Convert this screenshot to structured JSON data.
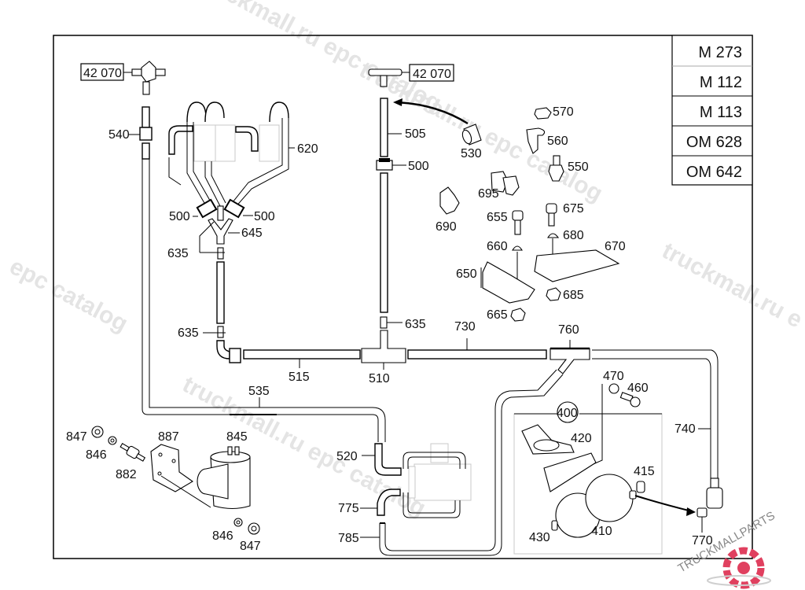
{
  "diagram": {
    "title": "Vacuum line diagram",
    "engine_variants": [
      "M 273",
      "M 112",
      "M 113",
      "OM 628",
      "OM 642"
    ],
    "reference_groups": [
      {
        "id": "ref-top-left",
        "label": "42 070"
      },
      {
        "id": "ref-top-center",
        "label": "42 070"
      }
    ],
    "part_callouts": [
      {
        "id": "c540",
        "label": "540"
      },
      {
        "id": "c620",
        "label": "620"
      },
      {
        "id": "c500a",
        "label": "500"
      },
      {
        "id": "c500b",
        "label": "500"
      },
      {
        "id": "c645",
        "label": "645"
      },
      {
        "id": "c635a",
        "label": "635"
      },
      {
        "id": "c635b",
        "label": "635"
      },
      {
        "id": "c505",
        "label": "505"
      },
      {
        "id": "c500c",
        "label": "500"
      },
      {
        "id": "c530",
        "label": "530"
      },
      {
        "id": "c570",
        "label": "570"
      },
      {
        "id": "c560",
        "label": "560"
      },
      {
        "id": "c550",
        "label": "550"
      },
      {
        "id": "c695",
        "label": "695"
      },
      {
        "id": "c690",
        "label": "690"
      },
      {
        "id": "c655",
        "label": "655"
      },
      {
        "id": "c675",
        "label": "675"
      },
      {
        "id": "c660",
        "label": "660"
      },
      {
        "id": "c680",
        "label": "680"
      },
      {
        "id": "c670",
        "label": "670"
      },
      {
        "id": "c650",
        "label": "650"
      },
      {
        "id": "c685",
        "label": "685"
      },
      {
        "id": "c665",
        "label": "665"
      },
      {
        "id": "c635c",
        "label": "635"
      },
      {
        "id": "c730",
        "label": "730"
      },
      {
        "id": "c760",
        "label": "760"
      },
      {
        "id": "c515",
        "label": "515"
      },
      {
        "id": "c510",
        "label": "510"
      },
      {
        "id": "c535",
        "label": "535"
      },
      {
        "id": "c470",
        "label": "470"
      },
      {
        "id": "c460",
        "label": "460"
      },
      {
        "id": "c400",
        "label": "400"
      },
      {
        "id": "c420",
        "label": "420"
      },
      {
        "id": "c740",
        "label": "740"
      },
      {
        "id": "c415",
        "label": "415"
      },
      {
        "id": "c410",
        "label": "410"
      },
      {
        "id": "c430",
        "label": "430"
      },
      {
        "id": "c770",
        "label": "770"
      },
      {
        "id": "c520",
        "label": "520"
      },
      {
        "id": "c775",
        "label": "775"
      },
      {
        "id": "c785",
        "label": "785"
      },
      {
        "id": "c847a",
        "label": "847"
      },
      {
        "id": "c846a",
        "label": "846"
      },
      {
        "id": "c882",
        "label": "882"
      },
      {
        "id": "c887",
        "label": "887"
      },
      {
        "id": "c845",
        "label": "845"
      },
      {
        "id": "c846b",
        "label": "846"
      },
      {
        "id": "c847b",
        "label": "847"
      }
    ],
    "watermarks": [
      "truckmall.ru epc catalog",
      "truckmall.ru epc catalog",
      "epc catalog",
      "truckmall.ru e",
      "truckmall.ru epc catalog"
    ],
    "logo": {
      "text": "TRUCKMALLPARTS",
      "accent_color": "#e0405f"
    }
  }
}
